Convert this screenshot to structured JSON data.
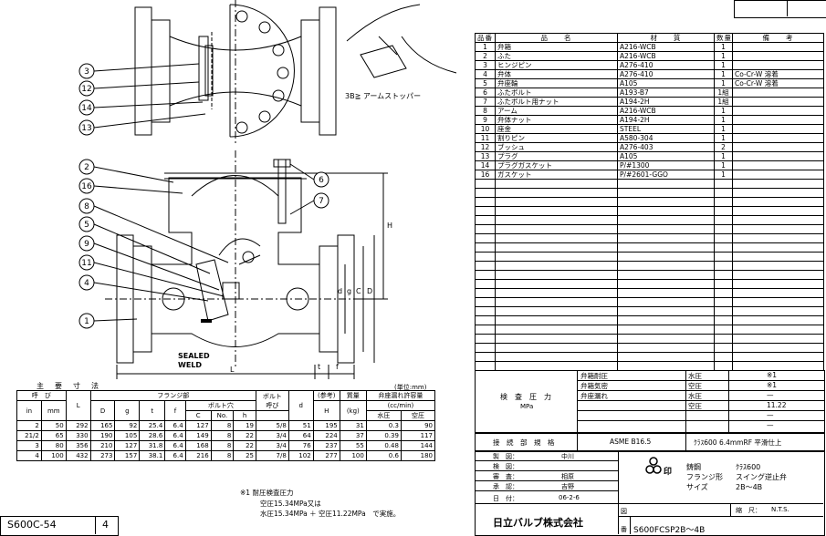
{
  "callouts": [
    "3",
    "12",
    "14",
    "13",
    "2",
    "16",
    "8",
    "5",
    "9",
    "11",
    "4",
    "1",
    "6",
    "7"
  ],
  "drawing_notes": {
    "stopper": "3B≧ アームストッパー",
    "sealed": "SEALED",
    "weld": "WELD",
    "dim_L": "L",
    "dim_t": "t",
    "dim_f": "f",
    "dim_H": "H",
    "dim_d": "d",
    "dim_g": "g",
    "dim_C": "C",
    "dim_D": "D"
  },
  "parts_header": {
    "no": "品番",
    "name": "品　　名",
    "material": "材　　質",
    "qty": "数量",
    "remark": "備　　考"
  },
  "parts": [
    {
      "no": "1",
      "name": "弁箱",
      "material": "A216-WCB",
      "qty": "1",
      "remark": ""
    },
    {
      "no": "2",
      "name": "ふた",
      "material": "A216-WCB",
      "qty": "1",
      "remark": ""
    },
    {
      "no": "3",
      "name": "ヒンジピン",
      "material": "A276-410",
      "qty": "1",
      "remark": ""
    },
    {
      "no": "4",
      "name": "弁体",
      "material": "A276-410",
      "qty": "1",
      "remark": "Co-Cr-W 溶着"
    },
    {
      "no": "5",
      "name": "弁座輪",
      "material": "A105",
      "qty": "1",
      "remark": "Co-Cr-W 溶着"
    },
    {
      "no": "6",
      "name": "ふたボルト",
      "material": "A193-B7",
      "qty": "1組",
      "remark": ""
    },
    {
      "no": "7",
      "name": "ふたボルト用ナット",
      "material": "A194-2H",
      "qty": "1組",
      "remark": ""
    },
    {
      "no": "8",
      "name": "アーム",
      "material": "A216-WCB",
      "qty": "1",
      "remark": ""
    },
    {
      "no": "9",
      "name": "弁体ナット",
      "material": "A194-2H",
      "qty": "1",
      "remark": ""
    },
    {
      "no": "10",
      "name": "座金",
      "material": "STEEL",
      "qty": "1",
      "remark": ""
    },
    {
      "no": "11",
      "name": "割りピン",
      "material": "A580-304",
      "qty": "1",
      "remark": ""
    },
    {
      "no": "12",
      "name": "ブッシュ",
      "material": "A276-403",
      "qty": "2",
      "remark": ""
    },
    {
      "no": "13",
      "name": "プラグ",
      "material": "A105",
      "qty": "1",
      "remark": ""
    },
    {
      "no": "14",
      "name": "プラグガスケット",
      "material": "P/#1300",
      "qty": "1",
      "remark": ""
    },
    {
      "no": "16",
      "name": "ガスケット",
      "material": "P/#2601-GGO",
      "qty": "1",
      "remark": ""
    }
  ],
  "dims": {
    "title": "主　要　寸　法",
    "unit": "(単位:mm)",
    "h_nominal": "呼　び",
    "h_flange": "フランジ部",
    "h_bolthole": "ボルト穴",
    "h_bolt": "ボルト",
    "h_bolt2": "呼び",
    "h_ref": "(参考)",
    "h_mass": "質量",
    "h_leak": "弁座漏れ許容量",
    "h_leak_unit": "(cc/min)",
    "cols": [
      "in",
      "mm",
      "L",
      "D",
      "g",
      "t",
      "f",
      "C",
      "No.",
      "h",
      "",
      "d",
      "H",
      "(kg)",
      "水圧",
      "空圧"
    ],
    "rows": [
      [
        "2",
        "50",
        "292",
        "165",
        "92",
        "25.4",
        "6.4",
        "127",
        "8",
        "19",
        "5/8",
        "51",
        "195",
        "31",
        "0.3",
        "90"
      ],
      [
        "21/2",
        "65",
        "330",
        "190",
        "105",
        "28.6",
        "6.4",
        "149",
        "8",
        "22",
        "3/4",
        "64",
        "224",
        "37",
        "0.39",
        "117"
      ],
      [
        "3",
        "80",
        "356",
        "210",
        "127",
        "31.8",
        "6.4",
        "168",
        "8",
        "22",
        "3/4",
        "76",
        "237",
        "55",
        "0.48",
        "144"
      ],
      [
        "4",
        "100",
        "432",
        "273",
        "157",
        "38.1",
        "6.4",
        "216",
        "8",
        "25",
        "7/8",
        "102",
        "277",
        "100",
        "0.6",
        "180"
      ]
    ]
  },
  "note": {
    "l1": "※1 耐圧検査圧力",
    "l2": "空圧15.34MPa又は",
    "l3": "水圧15.34MPa ＋ 空圧11.22MPa　で実施。"
  },
  "test": {
    "label": "検　査　圧　力",
    "unit": "MPa",
    "items": [
      {
        "name": "弁箱耐圧",
        "type": "水圧",
        "value": "※1"
      },
      {
        "name": "弁箱気密",
        "type": "空圧",
        "value": "※1"
      },
      {
        "name": "弁座漏れ",
        "type": "水圧",
        "value": "—"
      },
      {
        "name": "",
        "type": "空圧",
        "value": "11.22"
      },
      {
        "name": "",
        "type": "",
        "value": "—"
      },
      {
        "name": "",
        "type": "",
        "value": "—"
      }
    ]
  },
  "connection": {
    "label": "接　続　部　規　格",
    "std": "ASME  B16.5",
    "spec": "ｸﾗｽ600  6.4mmRF  平滑仕上"
  },
  "title_block": {
    "made_l": "製　図：",
    "made_v": "中川",
    "check_l": "検　図：",
    "check_v": "",
    "review_l": "審　査：",
    "review_v": "相原",
    "approve_l": "承　認：",
    "approve_v": "吉野",
    "date_l": "日　付：",
    "date_v": "06-2-6",
    "mark": "印",
    "desc1_l": "鋳鋼",
    "desc1_v": "ｸﾗｽ600",
    "desc2_l": "フランジ形",
    "desc2_v": "スイング逆止弁",
    "desc3_l": "サイズ",
    "desc3_v": "2B～4B",
    "scale_l": "縮　尺：",
    "scale_v": "N.T.S.",
    "company": "日立バルブ株式会社",
    "fig_l1": "図",
    "fig_l2": "番",
    "fig_no": "S600FCSP2B～4B"
  },
  "footer": {
    "code": "S600C-54",
    "page": "4"
  }
}
